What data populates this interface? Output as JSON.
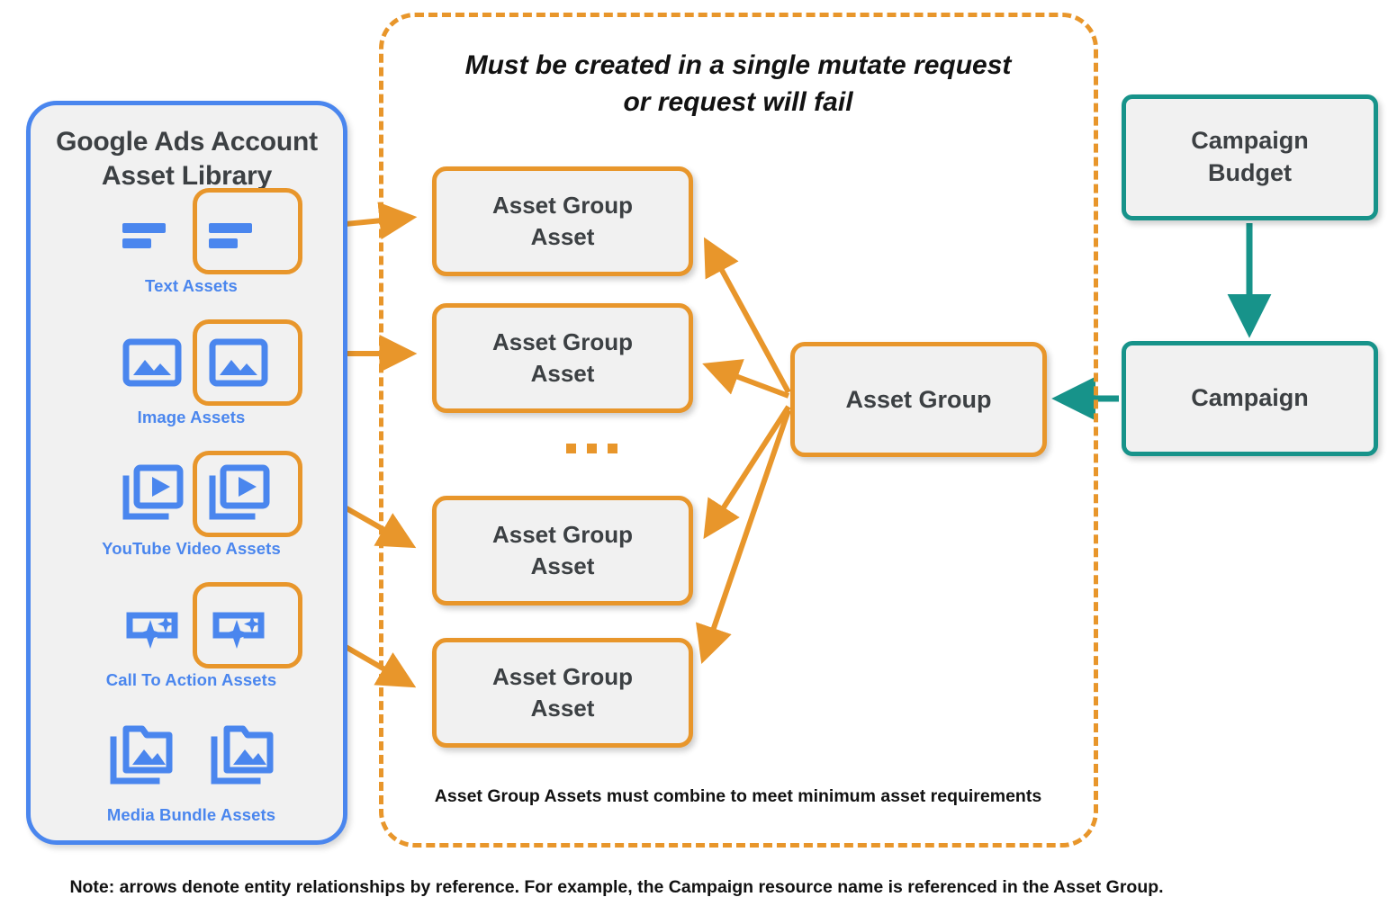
{
  "diagram": {
    "footer_note": "Note: arrows denote entity relationships by reference. For example, the Campaign resource name is referenced in the Asset Group."
  },
  "library": {
    "title": "Google Ads Account\nAsset Library",
    "title_line1": "Google Ads Account",
    "title_line2": "Asset Library",
    "border_color": "#4a86ee",
    "icon_color": "#4a86ee",
    "highlight_color": "#e8962b",
    "items": [
      {
        "label": "Text Assets",
        "icon": "text-lines-icon",
        "highlighted": true
      },
      {
        "label": "Image Assets",
        "icon": "image-icon",
        "highlighted": true
      },
      {
        "label": "YouTube Video  Assets",
        "icon": "video-play-icon",
        "highlighted": true
      },
      {
        "label": "Call To Action Assets",
        "icon": "call-to-action-sparkle-icon",
        "highlighted": true
      },
      {
        "label": "Media Bundle  Assets",
        "icon": "media-bundle-folder-icon",
        "highlighted": false
      }
    ]
  },
  "mutate_region": {
    "note_line1": "Must be created in a single mutate request",
    "note_line2": "or request will fail",
    "bottom_note": "Asset Group Assets must combine to meet minimum asset requirements",
    "border_color": "#e8962b",
    "border_style": "dashed",
    "ellipsis": "…",
    "asset_group_assets": [
      {
        "line1": "Asset Group",
        "line2": "Asset"
      },
      {
        "line1": "Asset Group",
        "line2": "Asset"
      },
      {
        "line1": "Asset Group",
        "line2": "Asset"
      },
      {
        "line1": "Asset Group",
        "line2": "Asset"
      }
    ]
  },
  "asset_group": {
    "label": "Asset Group",
    "border_color": "#e8962b"
  },
  "campaign_side": {
    "budget_line1": "Campaign",
    "budget_line2": "Budget",
    "campaign_label": "Campaign",
    "border_color": "#17938a"
  }
}
